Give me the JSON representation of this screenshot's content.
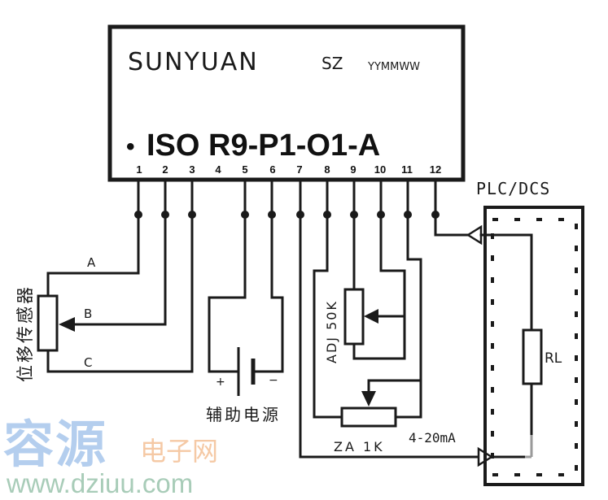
{
  "chip": {
    "brand": "SUNYUAN",
    "brand_suffix": "SZ",
    "date_code": "YYMMWW",
    "bullet": "•",
    "model": "ISO R9-P1-O1-A",
    "pins": [
      "1",
      "2",
      "3",
      "4",
      "5",
      "6",
      "7",
      "8",
      "9",
      "10",
      "11",
      "12"
    ]
  },
  "sensor": {
    "title": "位移传感器",
    "terminals": [
      "A",
      "B",
      "C"
    ]
  },
  "power": {
    "title": "辅助电源",
    "plus": "+",
    "minus": "−"
  },
  "adjust": {
    "adj_label": "ADJ 50K",
    "za_label": "ZA 1K"
  },
  "output": {
    "current_label": "4-20mA",
    "system_label": "PLC/DCS",
    "load_label": "RL"
  },
  "watermark": {
    "cn_main": "容源",
    "cn_sub": "电子网",
    "url": "www.dziuu.com"
  },
  "colors": {
    "line": "#1a1a1a",
    "watermark_blue": "#9fc3ea",
    "watermark_orange": "#f5c9a5",
    "watermark_green": "#a8ccb8"
  }
}
